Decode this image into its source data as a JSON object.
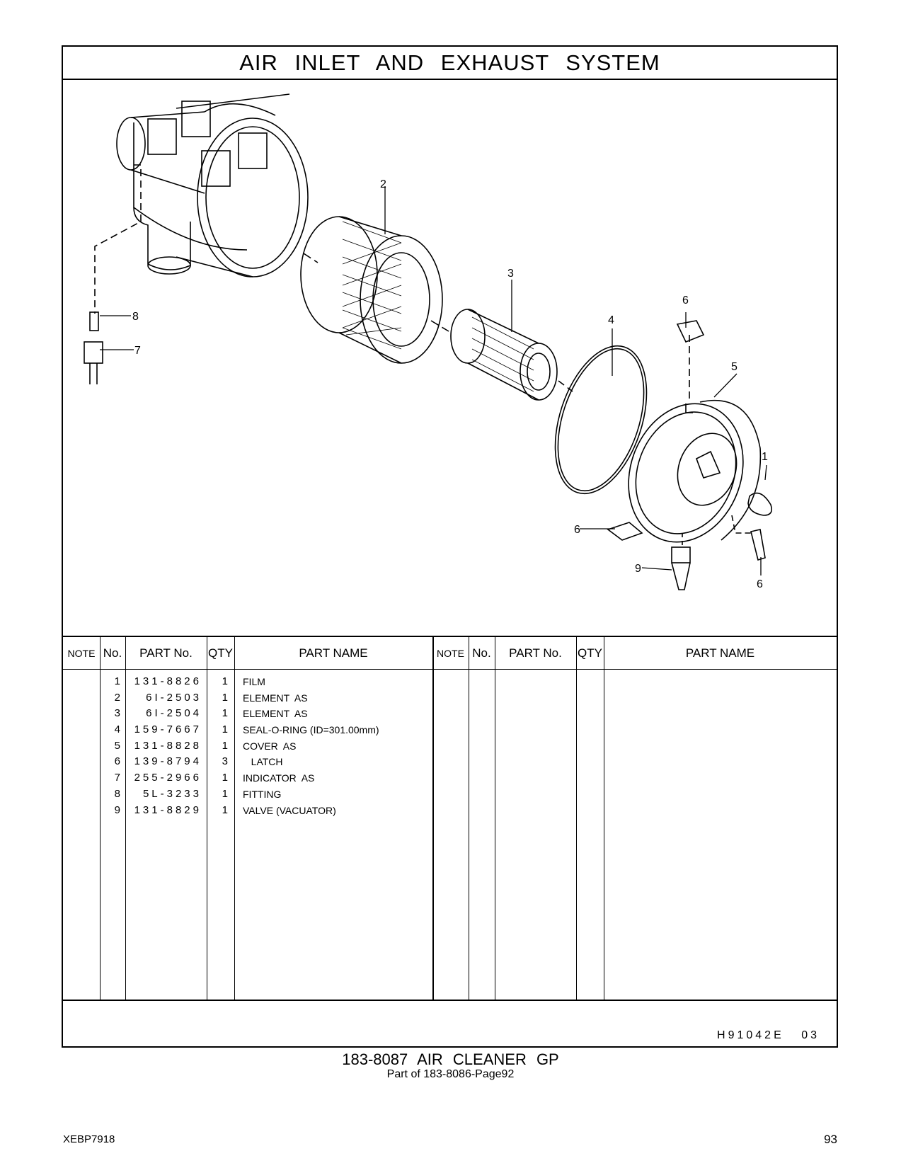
{
  "page_title": "AIR INLET AND EXHAUST SYSTEM",
  "callouts": {
    "c1": "1",
    "c2": "2",
    "c3": "3",
    "c4": "4",
    "c5": "5",
    "c6a": "6",
    "c6b": "6",
    "c6c": "6",
    "c7": "7",
    "c8": "8",
    "c9": "9"
  },
  "table": {
    "headers": {
      "note": "NOTE",
      "no": "No.",
      "part_no": "PART No.",
      "qty": "QTY",
      "part_name": "PART NAME",
      "note2": "NOTE",
      "no2": "No.",
      "part_no2": "PART No.",
      "qty2": "QTY",
      "part_name2": "PART NAME"
    },
    "rows": [
      {
        "no": "1",
        "part_no": "131-8826",
        "qty": "1",
        "name": "FILM"
      },
      {
        "no": "2",
        "part_no": "6I-2503",
        "qty": "1",
        "name": "ELEMENT  AS"
      },
      {
        "no": "3",
        "part_no": "6I-2504",
        "qty": "1",
        "name": "ELEMENT  AS"
      },
      {
        "no": "4",
        "part_no": "159-7667",
        "qty": "1",
        "name": "SEAL-O-RING (ID=301.00mm)"
      },
      {
        "no": "5",
        "part_no": "131-8828",
        "qty": "1",
        "name": "COVER  AS"
      },
      {
        "no": "6",
        "part_no": "139-8794",
        "qty": "3",
        "name": "   LATCH"
      },
      {
        "no": "7",
        "part_no": "255-2966",
        "qty": "1",
        "name": "INDICATOR  AS"
      },
      {
        "no": "8",
        "part_no": "5L-3233",
        "qty": "1",
        "name": "FITTING"
      },
      {
        "no": "9",
        "part_no": "131-8829",
        "qty": "1",
        "name": "VALVE (VACUATOR)"
      }
    ]
  },
  "footer_code": "H91042E 03",
  "caption": {
    "title": "183-8087  AIR CLEANER GP",
    "subtitle": "Part of 183-8086-Page92"
  },
  "doc_code": "XEBP7918",
  "page_number": "93"
}
